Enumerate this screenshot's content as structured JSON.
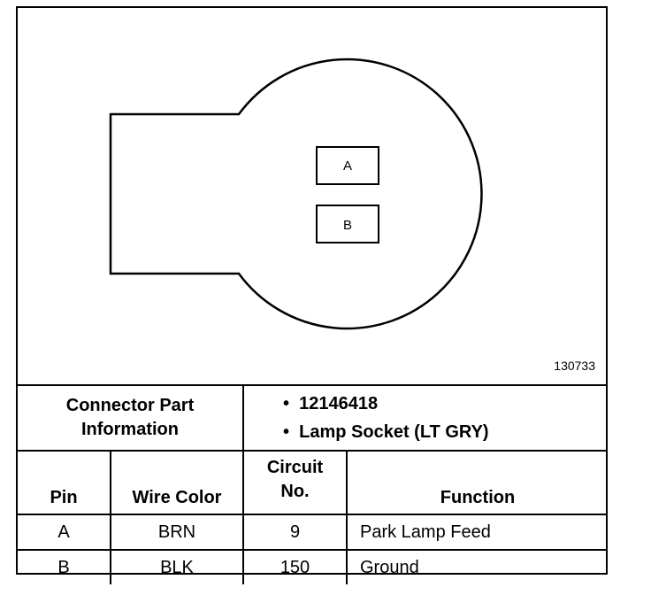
{
  "diagram": {
    "pins": [
      "A",
      "B"
    ],
    "figure_number": "130733"
  },
  "table": {
    "part_header": [
      "Connector Part",
      "Information"
    ],
    "part_info": [
      "12146418",
      "Lamp Socket (LT GRY)"
    ],
    "columns": {
      "pin": "Pin",
      "wire_color": "Wire Color",
      "circuit": [
        "Circuit",
        "No."
      ],
      "function": "Function"
    },
    "rows": [
      {
        "pin": "A",
        "wire_color": "BRN",
        "circuit": "9",
        "function": "Park Lamp Feed"
      },
      {
        "pin": "B",
        "wire_color": "BLK",
        "circuit": "150",
        "function": "Ground"
      }
    ]
  }
}
